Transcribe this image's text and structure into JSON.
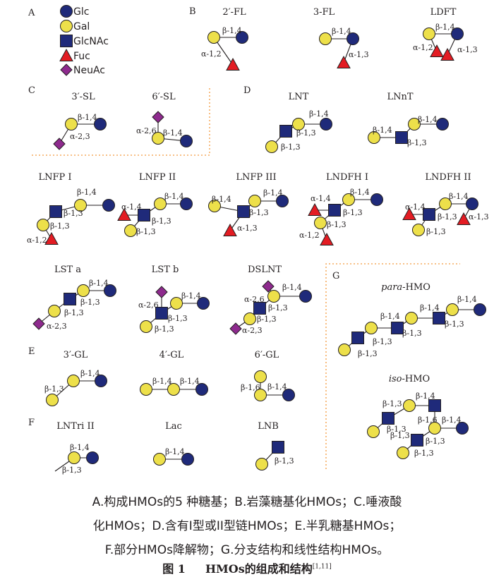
{
  "legend": {
    "panel": "A",
    "items": [
      {
        "label": "Glc",
        "icon": "blue-circle-icon"
      },
      {
        "label": "Gal",
        "icon": "yellow-circle-icon"
      },
      {
        "label": "GlcNAc",
        "icon": "blue-square-icon"
      },
      {
        "label": "Fuc",
        "icon": "red-triangle-icon"
      },
      {
        "label": "NeuAc",
        "icon": "purple-diamond-icon"
      }
    ]
  },
  "colors": {
    "glc": "#1f2a7a",
    "gal": "#ede04a",
    "glcnac": "#1f2a7a",
    "fuc": "#e31c23",
    "neuac": "#8e2a8e",
    "dotted_border": "#f39a3e",
    "line": "#231f20"
  },
  "panels": [
    {
      "letter": "B",
      "structures": [
        {
          "name": "2′-FL",
          "links": [
            "β-1,4",
            "α-1,2"
          ]
        },
        {
          "name": "3-FL",
          "links": [
            "β-1,4",
            "α-1,3"
          ]
        },
        {
          "name": "LDFT",
          "links": [
            "β-1,4",
            "α-1,2",
            "α-1,3"
          ]
        }
      ]
    },
    {
      "letter": "C",
      "structures": [
        {
          "name": "3′-SL",
          "links": [
            "β-1,4",
            "α-2,3"
          ]
        },
        {
          "name": "6′-SL",
          "links": [
            "α-2,6",
            "β-1,4"
          ]
        }
      ]
    },
    {
      "letter": "D",
      "structures": [
        {
          "name": "LNT",
          "links": [
            "β-1,4",
            "β-1,3",
            "β-1,3"
          ]
        },
        {
          "name": "LNnT",
          "links": [
            "β-1,4",
            "β-1,4",
            "β-1,3"
          ]
        },
        {
          "name": "LNFP I",
          "links": [
            "β-1,4",
            "β-1,3",
            "β-1,3",
            "α-1,2"
          ]
        },
        {
          "name": "LNFP II",
          "links": [
            "β-1,4",
            "α-1,4",
            "β-1,3",
            "β-1,3"
          ]
        },
        {
          "name": "LNFP III",
          "links": [
            "β-1,4",
            "β-1,4",
            "β-1,3",
            "α-1,3"
          ]
        },
        {
          "name": "LNDFH I",
          "links": [
            "β-1,4",
            "α-1,4",
            "β-1,3",
            "β-1,3",
            "α-1,2"
          ]
        },
        {
          "name": "LNDFH II",
          "links": [
            "β-1,4",
            "α-1,4",
            "β-1,3",
            "β-1,3",
            "α-1,3"
          ]
        },
        {
          "name": "LST a",
          "links": [
            "β-1,4",
            "β-1,3",
            "β-1,3",
            "α-2,3"
          ]
        },
        {
          "name": "LST b",
          "links": [
            "β-1,4",
            "α-2,6",
            "β-1,3",
            "β-1,3"
          ]
        },
        {
          "name": "DSLNT",
          "links": [
            "β-1,4",
            "α-2,6",
            "β-1,3",
            "β-1,3",
            "α-2,3"
          ]
        }
      ]
    },
    {
      "letter": "E",
      "structures": [
        {
          "name": "3′-GL",
          "links": [
            "β-1,4",
            "β-1,3"
          ]
        },
        {
          "name": "4′-GL",
          "links": [
            "β-1,4",
            "β-1,4"
          ]
        },
        {
          "name": "6′-GL",
          "links": [
            "β-1,6",
            "β-1,4"
          ]
        }
      ]
    },
    {
      "letter": "F",
      "structures": [
        {
          "name": "LNTri II",
          "links": [
            "β-1,4",
            "β-1,3"
          ]
        },
        {
          "name": "Lac",
          "links": [
            "β-1,4"
          ]
        },
        {
          "name": "LNB",
          "links": [
            "β-1,3"
          ]
        }
      ]
    },
    {
      "letter": "G",
      "structures": [
        {
          "name_prefix": "para",
          "name_suffix": "-HMO",
          "links": [
            "β-1,4",
            "β-1,4",
            "β-1,4",
            "β-1,3",
            "β-1,3",
            "β-1,3",
            "β-1,3"
          ]
        },
        {
          "name_prefix": "iso",
          "name_suffix": "-HMO",
          "links": [
            "β-1,3",
            "β-1,4",
            "β-1,6",
            "β-1,4",
            "β-1,3",
            "β-1,3",
            "β-1,3",
            "β-1,3"
          ]
        }
      ]
    }
  ],
  "caption": {
    "line1": "A.构成HMOs的5 种糖基；B.岩藻糖基化HMOs；C.唾液酸",
    "line2": "化HMOs；D.含有I型或II型链HMOs；E.半乳糖基HMOs；",
    "line3": "F.部分HMOs降解物；G.分支结构和线性结构HMOs。",
    "figure_label": "图 1",
    "figure_title": "HMOs的组成和结构",
    "ref": "[1,11]"
  }
}
